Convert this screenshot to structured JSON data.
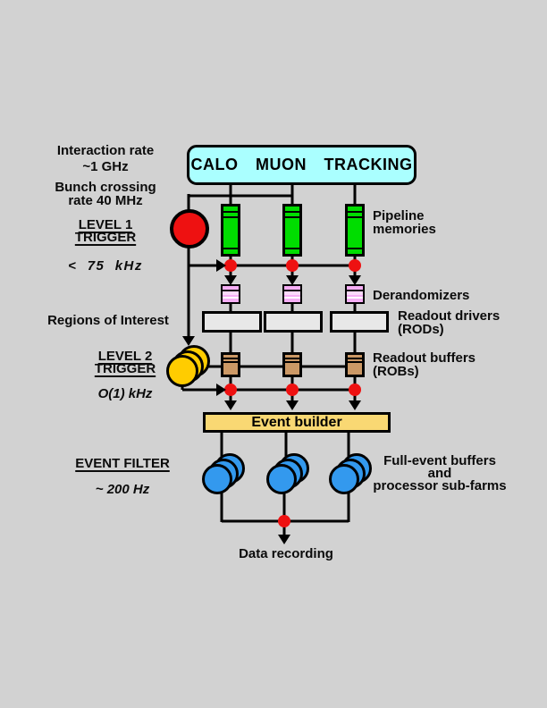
{
  "header": {
    "detectors_label": "CALO MUON TRACKING"
  },
  "left_column": {
    "interaction_rate_line1": "Interaction rate",
    "interaction_rate_line2": "~1 GHz",
    "bunch_crossing_line1": "Bunch crossing",
    "bunch_crossing_line2": "rate 40 MHz",
    "level1_title_line1": "LEVEL 1",
    "level1_title_line2": "TRIGGER",
    "level1_rate": "<  75  kHz",
    "regions_of_interest": "Regions of Interest",
    "level2_title_line1": "LEVEL 2",
    "level2_title_line2": "TRIGGER",
    "level2_rate": "O(1) kHz",
    "event_filter_title": "EVENT FILTER",
    "event_filter_rate": "~ 200 Hz"
  },
  "right_column": {
    "pipeline_line1": "Pipeline",
    "pipeline_line2": "memories",
    "derandomizers": "Derandomizers",
    "rod_line1": "Readout drivers",
    "rod_line2": "(RODs)",
    "rob_line1": "Readout buffers",
    "rob_line2": "(ROBs)",
    "fullevent_line1": "Full-event buffers",
    "fullevent_line2": "and",
    "fullevent_line3": "processor sub-farms"
  },
  "nodes": {
    "event_builder_label": "Event builder",
    "data_recording_label": "Data recording"
  },
  "colors": {
    "background": "#d2d2d2",
    "detector_box": "#aaffff",
    "pipeline_memory": "#00dd00",
    "level1_trigger": "#ee1111",
    "derandomizer": "#f6aef6",
    "readout_driver": "#e8e8e8",
    "readout_buffer": "#cc9966",
    "level2_trigger": "#ffcc00",
    "event_builder": "#f9d873",
    "event_filter_node": "#3399ee",
    "junction_dot": "#ee1111",
    "line": "#000000"
  }
}
